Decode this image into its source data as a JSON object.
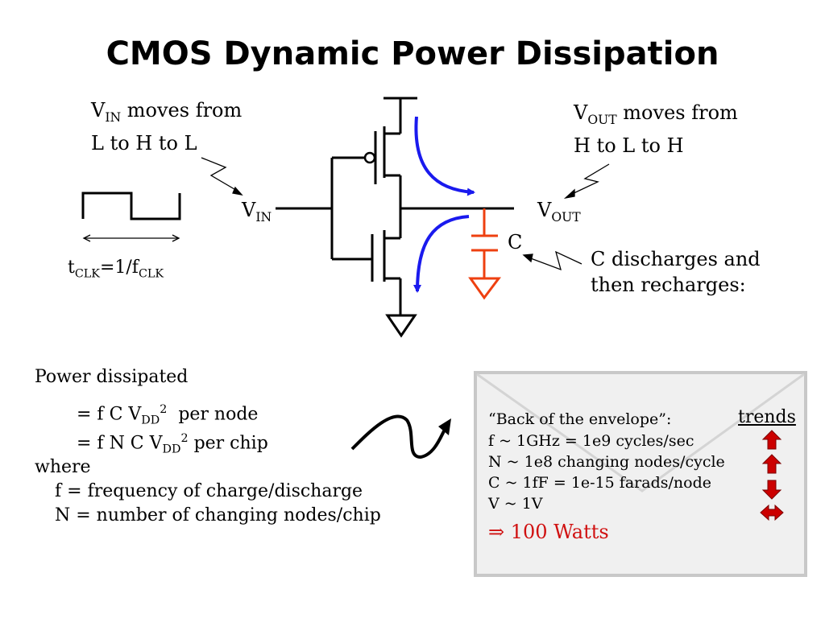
{
  "title": "CMOS Dynamic Power Dissipation",
  "notes": {
    "vin_main": "V",
    "vin_sub": "IN",
    "vin_rest": " moves from",
    "vin_line2": "L to H to L",
    "vout_main": "V",
    "vout_sub": "OUT",
    "vout_rest": " moves from",
    "vout_line2": "H to L to H",
    "c_line1": "C discharges and",
    "c_line2": "then recharges:"
  },
  "circuit": {
    "vin_label_main": "V",
    "vin_label_sub": "IN",
    "vout_label_main": "V",
    "vout_label_sub": "OUT",
    "cap_label": "C",
    "tclk_main": "t",
    "tclk_sub": "CLK",
    "tclk_mid": "=1/f",
    "fclk_sub": "CLK"
  },
  "power": {
    "heading": "Power dissipated",
    "line1_a": "= f C V",
    "line1_sub": "DD",
    "line1_sup": "2",
    "line1_b": "  per node",
    "line2_a": "= f N C V",
    "line2_sub": "DD",
    "line2_sup": "2",
    "line2_b": " per chip",
    "where": "where",
    "def_f": "f = frequency of charge/discharge",
    "def_n": "N = number of changing nodes/chip"
  },
  "envelope": {
    "heading": "“Back of the envelope”:",
    "trends_label": "trends",
    "lines": [
      "f ~ 1GHz = 1e9 cycles/sec",
      "N ~ 1e8 changing nodes/cycle",
      "C ~ 1fF = 1e-15 farads/node",
      "V ~ 1V"
    ],
    "result": "⇒ 100 Watts",
    "trends": [
      "up",
      "up",
      "down",
      "both"
    ]
  },
  "colors": {
    "arrow_blue": "#1a1aee",
    "cap_red": "#ee4010",
    "trend_red": "#cc0000",
    "result_red": "#d01010",
    "envelope_border": "#c8c8c8"
  }
}
